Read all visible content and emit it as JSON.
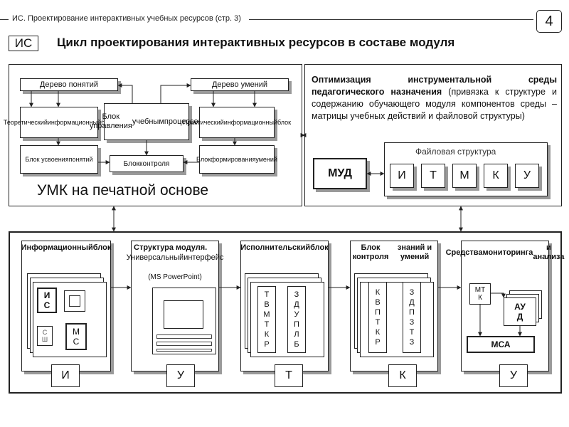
{
  "header": {
    "subtitle": "ИС. Проектирование интерактивных учебных ресурсов (стр. 3)",
    "page_number": "4",
    "badge": "ИС",
    "title": "Цикл проектирования интерактивных ресурсов в составе модуля"
  },
  "umk": {
    "concept_tree": "Дерево понятий",
    "skill_tree": "Дерево умений",
    "theory_block": [
      "Теоретический",
      "информационны",
      "й",
      "блок"
    ],
    "control_block": [
      "Блок управления",
      "учебным",
      "процессом"
    ],
    "practice_block": [
      "Практический",
      "информационны",
      "й",
      "блок"
    ],
    "assimilation_block": [
      "Блок усвоения",
      "понятий"
    ],
    "check_block": [
      "Блок",
      "контроля"
    ],
    "skills_block": [
      "Блок",
      "формирования",
      "умений"
    ],
    "label": "УМК на печатной основе"
  },
  "optimization": {
    "text_bold": "Оптимизация инструментальной среды педагогического назначения",
    "text_normal": "(привязка к структуре и содержанию обучающего модуля компонентов среды – матрицы учебных действий и файловой структуры)",
    "mud": "МУД",
    "file_structure_label": "Файловая структура",
    "file_letters": [
      "И",
      "Т",
      "М",
      "К",
      "У"
    ]
  },
  "modules": [
    {
      "title": [
        "Информационный",
        "блок"
      ],
      "cells": [
        "И С",
        "",
        "С Ш",
        "М С"
      ],
      "letter": "И"
    },
    {
      "title": [
        "Структура модуля."
      ],
      "subtitle": [
        "Универсальный",
        "интерфейс"
      ],
      "note": "(MS PowerPoint)",
      "letter": "У"
    },
    {
      "title": [
        "Исполнительский",
        "блок"
      ],
      "cells": [
        "Т В М Т К Р",
        "З Д У П Л Б"
      ],
      "letter": "Т"
    },
    {
      "title": [
        "Блок контроля",
        "знаний и умений"
      ],
      "cells": [
        "К В П Т К Р",
        "З Д П З Т З"
      ],
      "letter": "К"
    },
    {
      "title": [
        "Средства",
        "мониторинга",
        "и анализа"
      ],
      "mtk": "МТ К",
      "aud": "АУ Д",
      "msa": "МСА",
      "letter": "У"
    }
  ]
}
